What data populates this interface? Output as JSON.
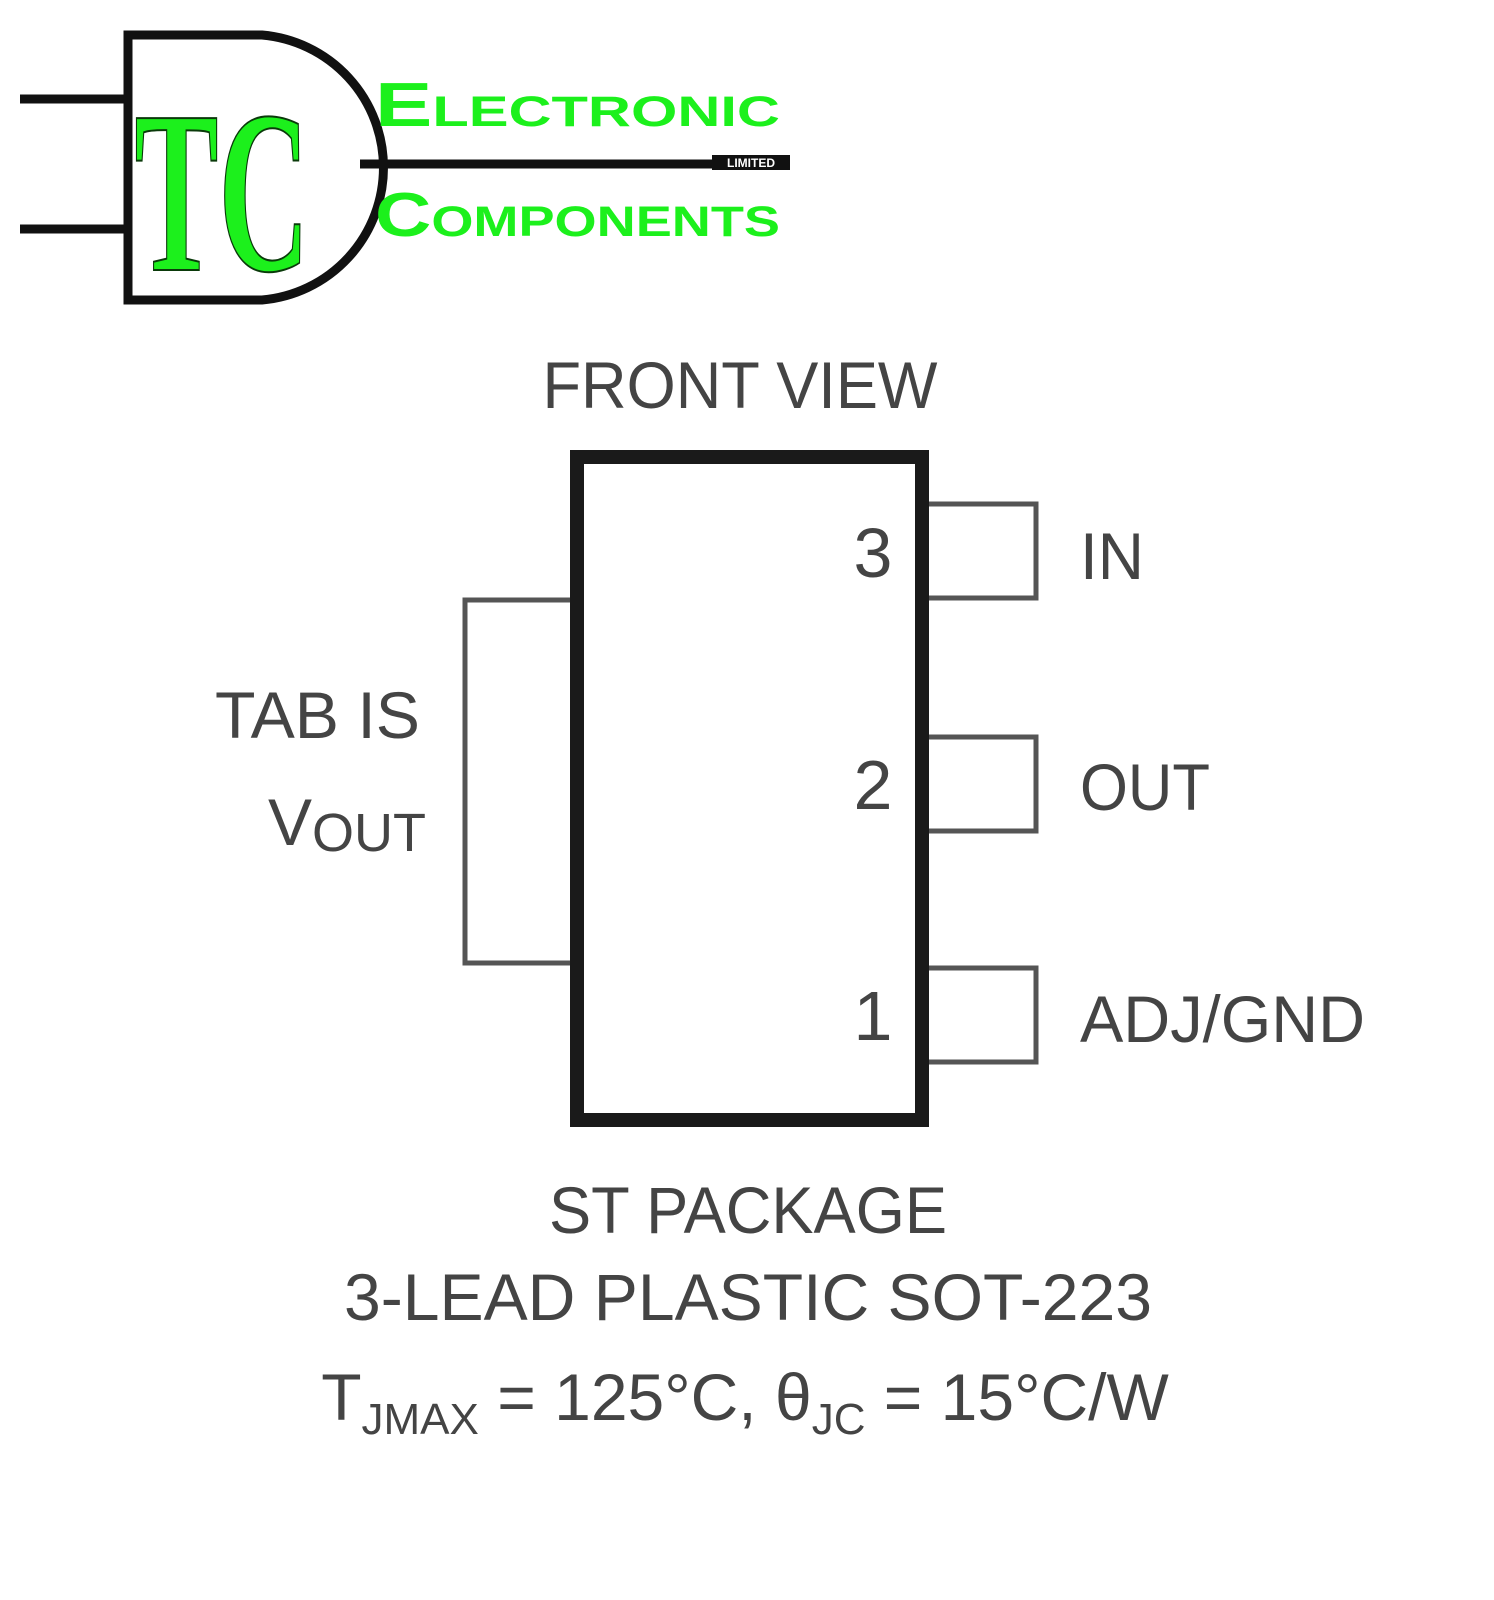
{
  "logo": {
    "initials": "TC",
    "line1": "Electronic",
    "line2": "Components",
    "tagline": "LIMITED",
    "colors": {
      "green": "#1cf01c",
      "outline": "#111111"
    }
  },
  "diagram": {
    "view_title": "FRONT VIEW",
    "tab_label_line1": "TAB IS",
    "tab_label_v": "V",
    "tab_label_sub": "OUT",
    "pins": [
      {
        "number": "3",
        "name": "IN"
      },
      {
        "number": "2",
        "name": "OUT"
      },
      {
        "number": "1",
        "name": "ADJ/GND"
      }
    ],
    "package_line1": "ST PACKAGE",
    "package_line2": "3-LEAD PLASTIC SOT-223",
    "thermal": {
      "t_symbol": "T",
      "t_sub": "JMAX",
      "t_value": " = 125°C, ",
      "theta_symbol": "θ",
      "theta_sub": "JC",
      "theta_value": " = 15°C/W"
    },
    "colors": {
      "ink": "#444444",
      "body_outline": "#1a1a1a"
    }
  }
}
